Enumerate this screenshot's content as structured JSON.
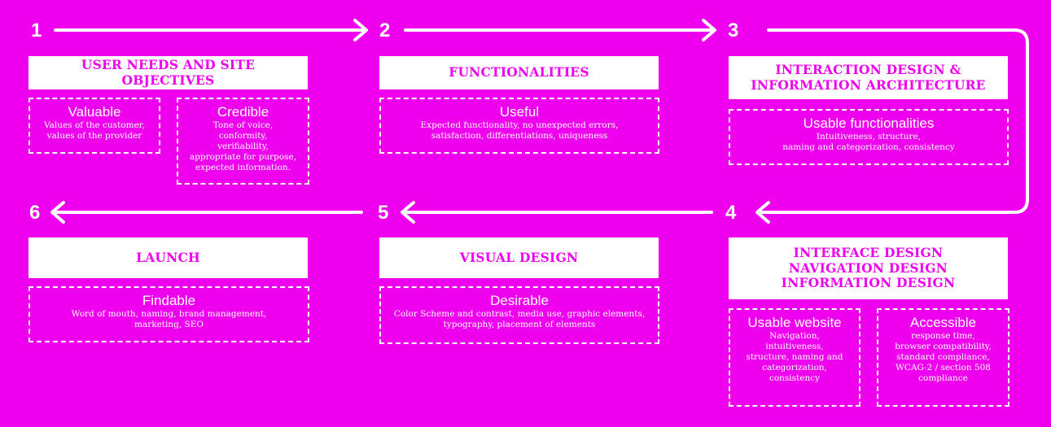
{
  "colors": {
    "background": "#ee00ee",
    "header_bg": "#ffffff",
    "header_text": "#ee00ee",
    "line": "#ffffff"
  },
  "steps": [
    {
      "number": "1",
      "header": "USER NEEDS AND SITE OBJECTIVES",
      "qualities": [
        {
          "title": "Valuable",
          "description": "Values of the customer,\nvalues of the provider"
        },
        {
          "title": "Credible",
          "description": "Tone of voice,\nconformity,\nverifiability,\nappropriate for purpose,\nexpected information."
        }
      ]
    },
    {
      "number": "2",
      "header": "FUNCTIONALITIES",
      "qualities": [
        {
          "title": "Useful",
          "description": "Expected functionality, no unexpected errors,\nsatisfaction, differentiations, uniqueness"
        }
      ]
    },
    {
      "number": "3",
      "header": "INTERACTION DESIGN &\nINFORMATION ARCHITECTURE",
      "qualities": [
        {
          "title": "Usable functionalities",
          "description": "Intuitiveness, structure,\nnaming and categorization, consistency"
        }
      ]
    },
    {
      "number": "4",
      "header": "INTERFACE DESIGN\nNAVIGATION DESIGN\nINFORMATION DESIGN",
      "qualities": [
        {
          "title": "Usable website",
          "description": "Navigation,\nintuitiveness,\nstructure, naming and\ncategorization,\nconsistency"
        },
        {
          "title": "Accessible",
          "description": "response time,\nbrowser compatibility,\nstandard compliance,\nWCAG-2 / section 508\ncompliance"
        }
      ]
    },
    {
      "number": "5",
      "header": "VISUAL DESIGN",
      "qualities": [
        {
          "title": "Desirable",
          "description": "Color Scheme and contrast, media use, graphic elements,\ntypography, placement of elements"
        }
      ]
    },
    {
      "number": "6",
      "header": "LAUNCH",
      "qualities": [
        {
          "title": "Findable",
          "description": "Word of mouth, naming, brand management,\nmarketing, SEO"
        }
      ]
    }
  ]
}
